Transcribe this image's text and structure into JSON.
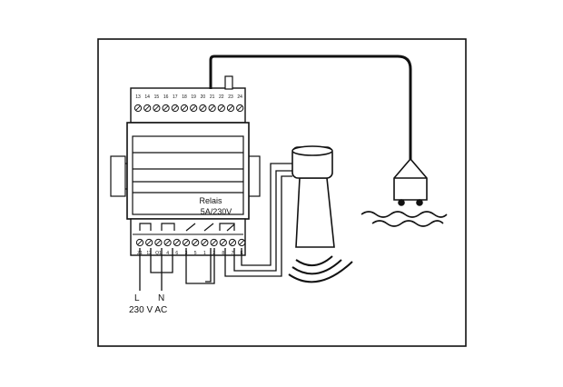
{
  "relay": {
    "label_name": "Relais",
    "label_rating": "5A/230V",
    "top_terminals": [
      "13",
      "14",
      "15",
      "16",
      "17",
      "18",
      "19",
      "20",
      "21",
      "22",
      "23",
      "24"
    ],
    "bottom_terminals": [
      "Z1",
      "12",
      "Q1",
      "4",
      "6",
      "3",
      "5",
      "1",
      "2",
      "8",
      "7",
      "E"
    ]
  },
  "supply": {
    "line_label": "L",
    "neutral_label": "N",
    "voltage_label": "230 V AC"
  },
  "colors": {
    "line": "#111111",
    "background": "#ffffff"
  },
  "icons": [
    "relay-module-icon",
    "ultrasonic-sensor-icon",
    "float-switch-icon",
    "water-waves-icon",
    "sound-waves-icon"
  ]
}
